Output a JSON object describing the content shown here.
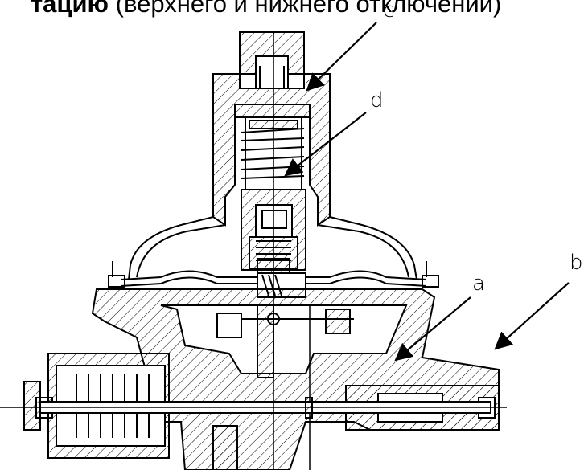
{
  "header": {
    "bold_part": "тацию",
    "normal_part": " (верхнего и нижнего отключений)"
  },
  "callouts": [
    {
      "id": "c",
      "text": "c"
    },
    {
      "id": "d",
      "text": "d"
    },
    {
      "id": "a",
      "text": "a"
    },
    {
      "id": "b",
      "text": "b"
    }
  ],
  "colors": {
    "line": "#000000",
    "background": "#ffffff"
  }
}
